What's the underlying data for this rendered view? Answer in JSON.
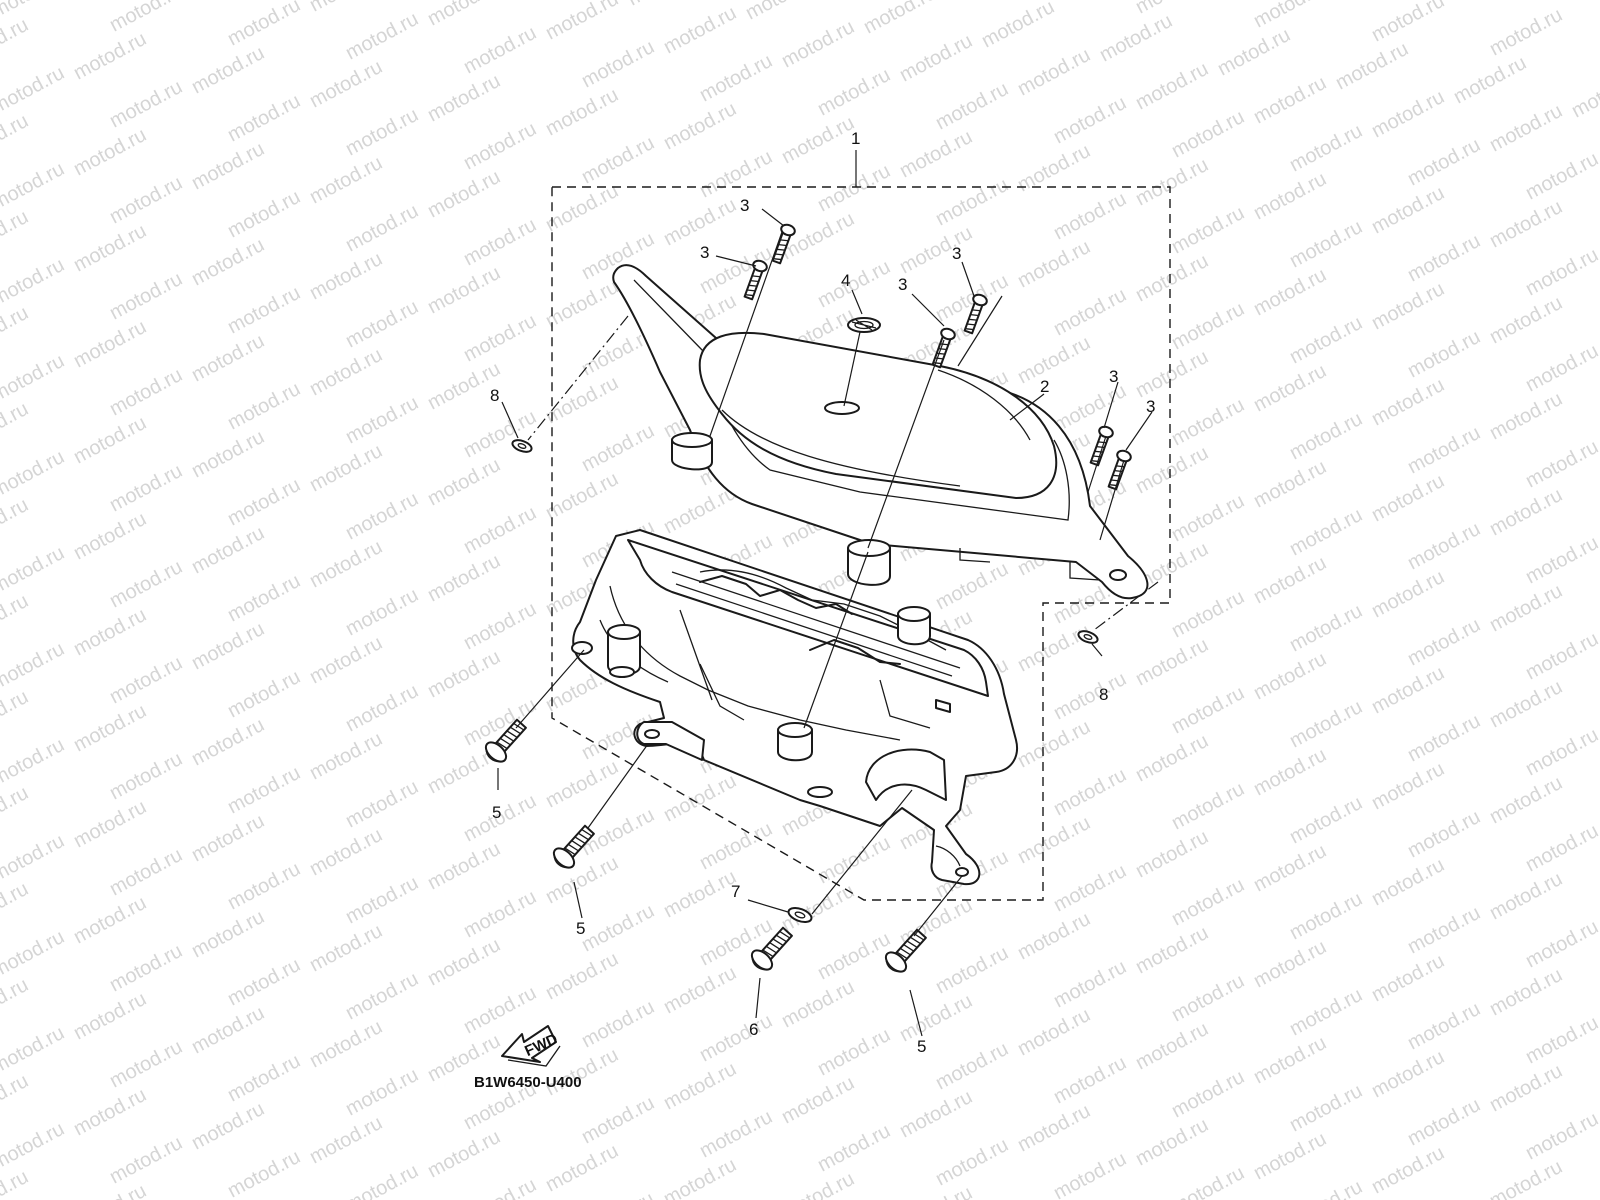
{
  "watermark": {
    "text": "motod.ru"
  },
  "diagram_code": "B1W6450-U400",
  "fwd_label": "FWD",
  "callouts": [
    {
      "id": "c1",
      "text": "1"
    },
    {
      "id": "c2",
      "text": "2"
    },
    {
      "id": "c3a",
      "text": "3"
    },
    {
      "id": "c3b",
      "text": "3"
    },
    {
      "id": "c3c",
      "text": "3"
    },
    {
      "id": "c3d",
      "text": "3"
    },
    {
      "id": "c3e",
      "text": "3"
    },
    {
      "id": "c3f",
      "text": "3"
    },
    {
      "id": "c4",
      "text": "4"
    },
    {
      "id": "c5a",
      "text": "5"
    },
    {
      "id": "c5b",
      "text": "5"
    },
    {
      "id": "c5c",
      "text": "5"
    },
    {
      "id": "c6",
      "text": "6"
    },
    {
      "id": "c7",
      "text": "7"
    },
    {
      "id": "c8a",
      "text": "8"
    },
    {
      "id": "c8b",
      "text": "8"
    }
  ]
}
